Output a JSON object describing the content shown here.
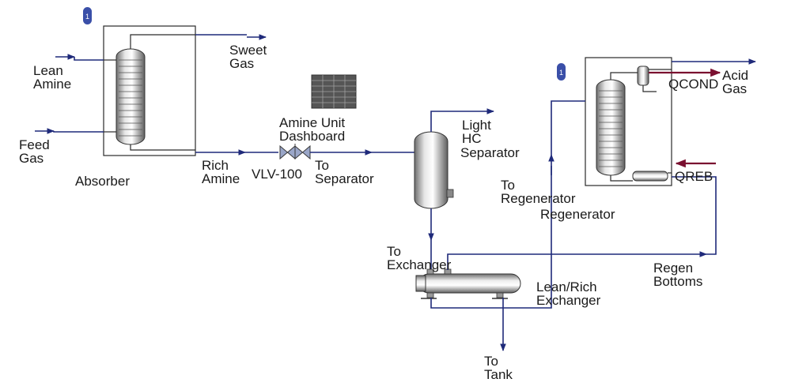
{
  "labels": {
    "lean_amine": "Lean\nAmine",
    "feed_gas": "Feed\nGas",
    "sweet_gas": "Sweet\nGas",
    "absorber": "Absorber",
    "rich_amine": "Rich\nAmine",
    "vlv": "VLV-100",
    "to_separator": "To\nSeparator",
    "dashboard": "Amine Unit\nDashboard",
    "light_hc": "Light\nHC",
    "separator": "Separator",
    "to_regenerator": "To\nRegenerator",
    "regenerator": "Regenerator",
    "qcond": "QCOND",
    "acid_gas": "Acid\nGas",
    "qreb": "QREB",
    "regen_bottoms": "Regen\nBottoms",
    "to_exchanger": "To\nExchanger",
    "exchanger": "Lean/Rich\nExchanger",
    "to_tank": "To\nTank"
  },
  "badges": {
    "absorber_sub": "1",
    "regen_sub": "1"
  },
  "colors": {
    "stream": "#1f2a7a",
    "energy": "#7a1030",
    "badge": "#3a4fa8"
  },
  "icons": [
    "subflowsheet-badge-icon",
    "column-icon",
    "valve-icon",
    "separator-icon",
    "heat-exchanger-icon",
    "condenser-icon",
    "reboiler-icon",
    "spreadsheet-icon"
  ]
}
